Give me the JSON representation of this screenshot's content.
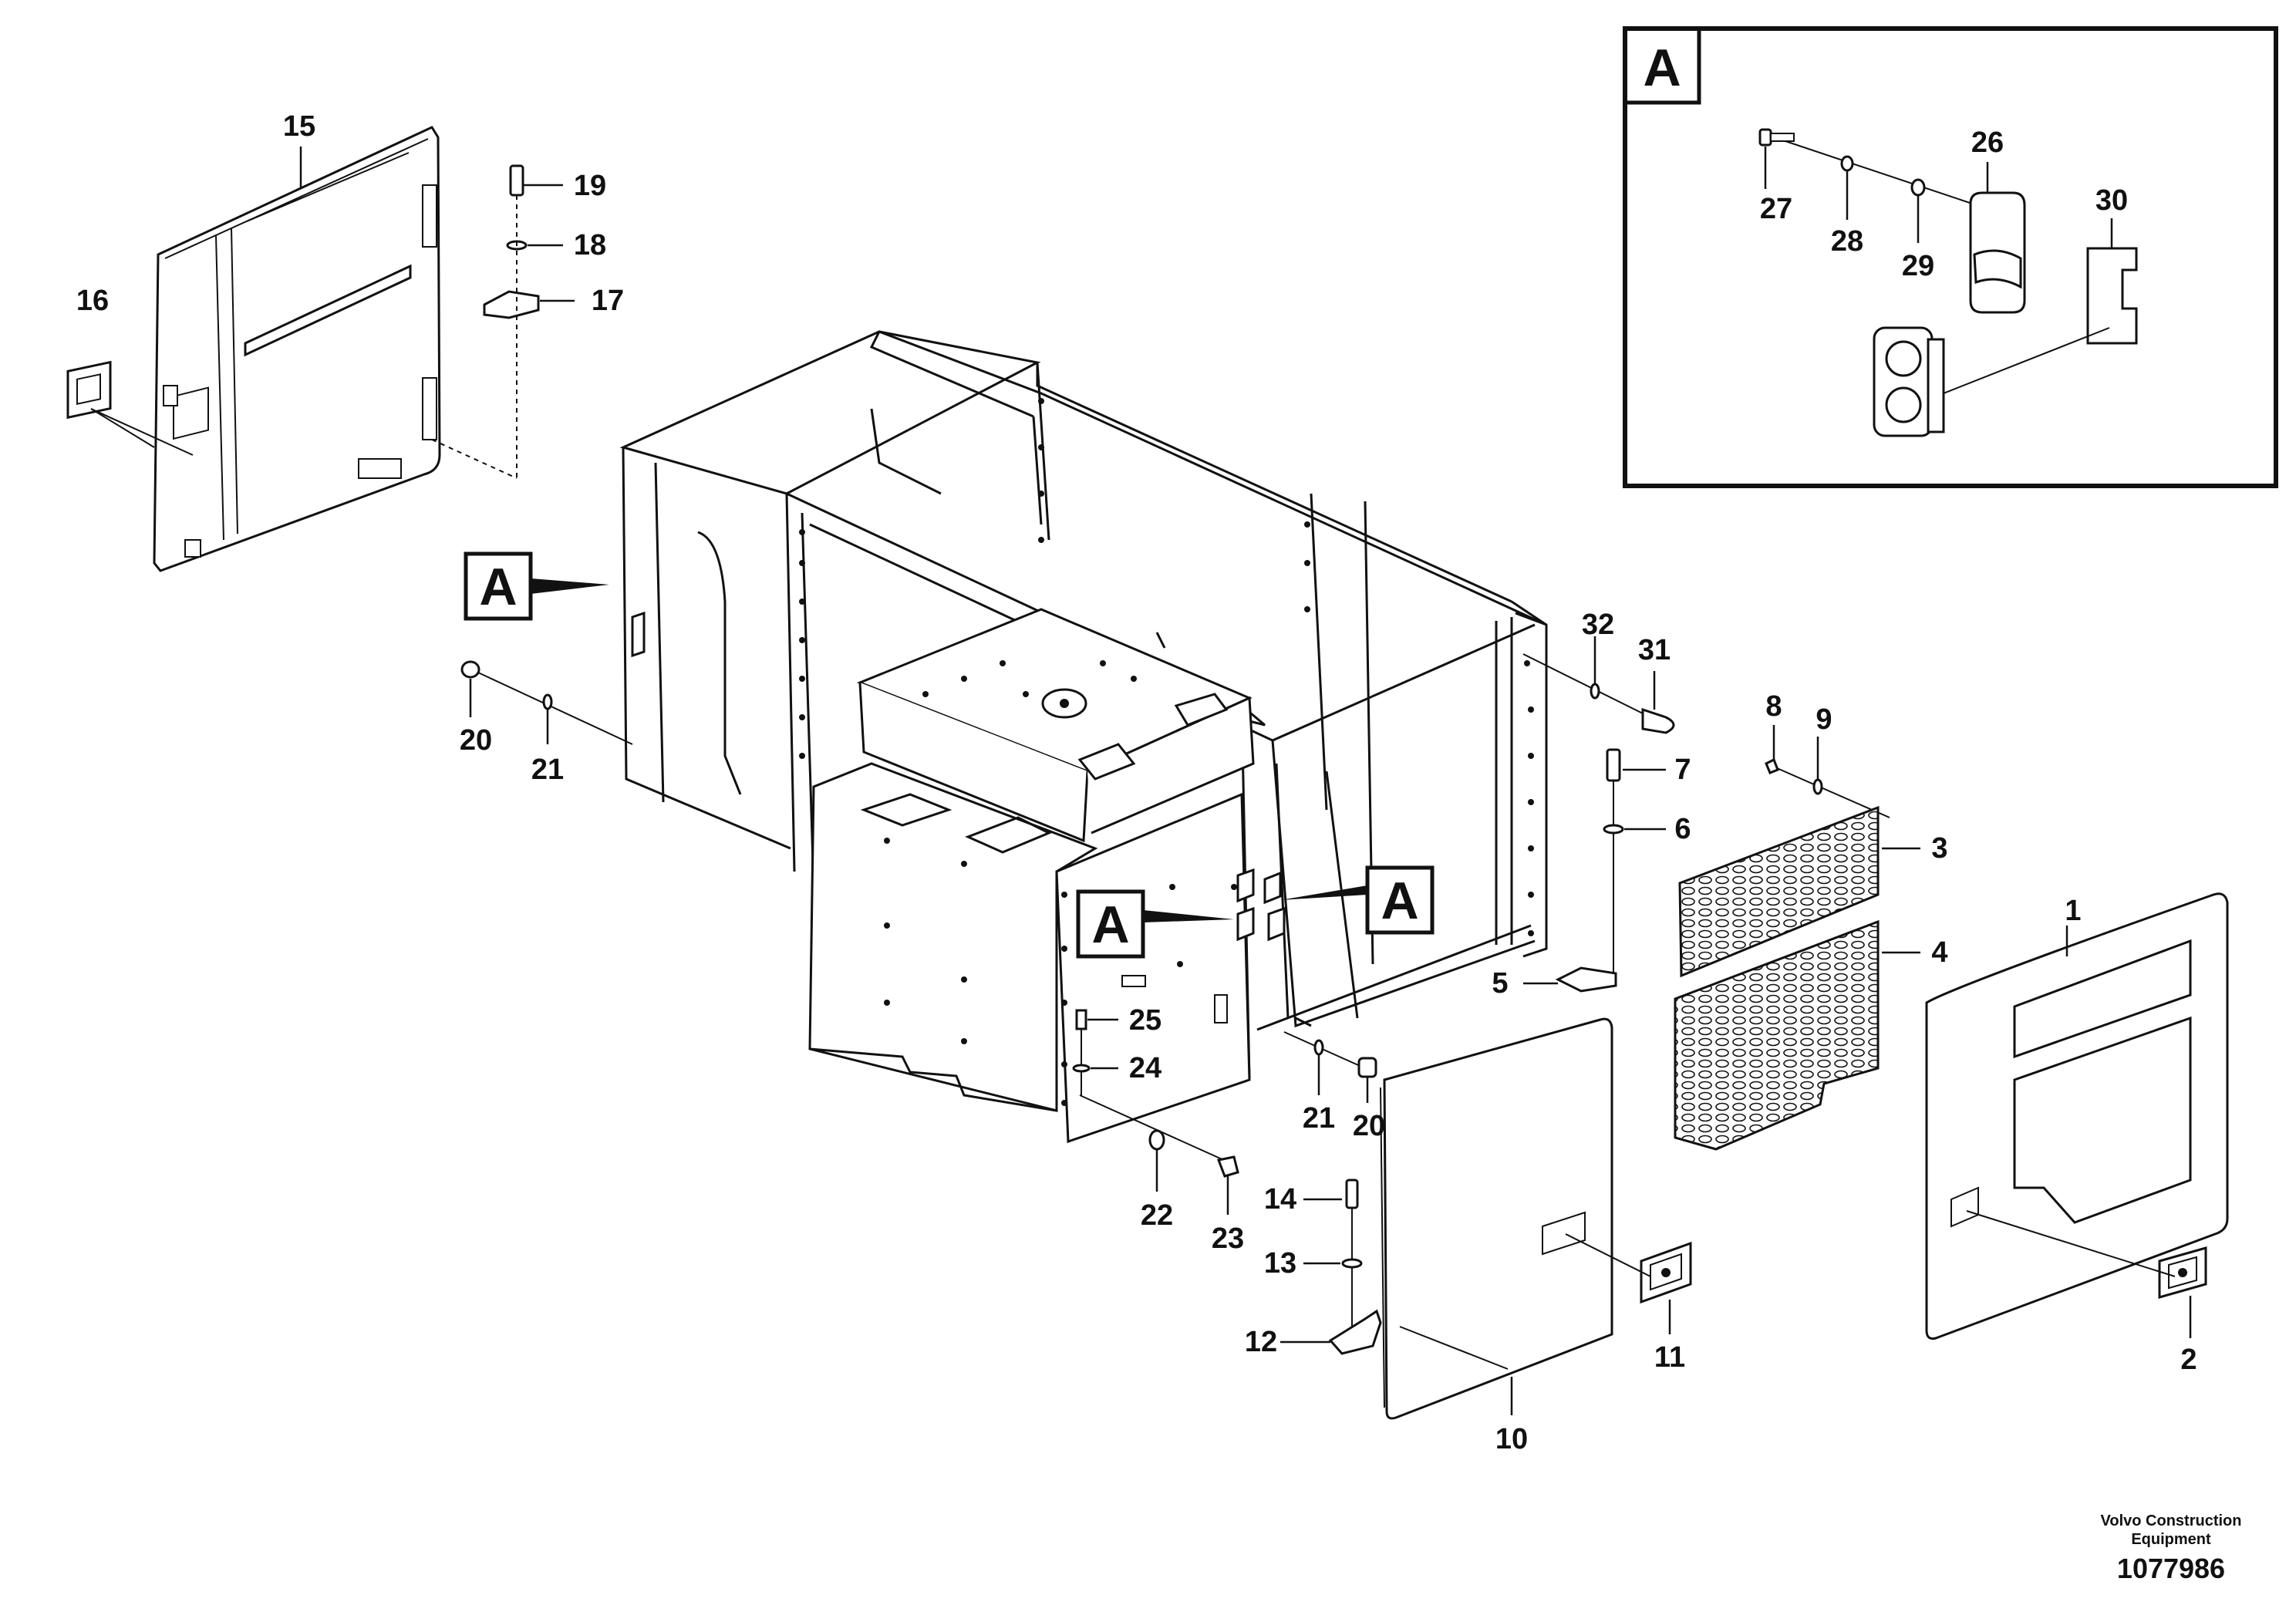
{
  "callout_letter": "A",
  "part_numbers": {
    "p1": "1",
    "p2": "2",
    "p3": "3",
    "p4": "4",
    "p5": "5",
    "p6": "6",
    "p7": "7",
    "p8": "8",
    "p9": "9",
    "p10": "10",
    "p11": "11",
    "p12": "12",
    "p13": "13",
    "p14": "14",
    "p15": "15",
    "p16": "16",
    "p17": "17",
    "p18": "18",
    "p19": "19",
    "p20": "20",
    "p21": "21",
    "p22": "22",
    "p23": "23",
    "p24": "24",
    "p25": "25",
    "p26": "26",
    "p27": "27",
    "p28": "28",
    "p29": "29",
    "p30": "30",
    "p31": "31",
    "p32": "32"
  },
  "footer": {
    "company_line1": "Volvo Construction",
    "company_line2": "Equipment",
    "drawing_number": "1077986"
  }
}
